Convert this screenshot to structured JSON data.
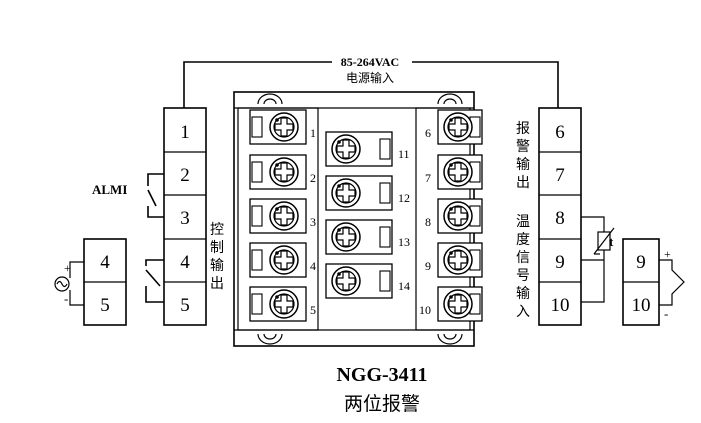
{
  "power": {
    "voltage": "85-264VAC",
    "label": "电源输入"
  },
  "alarm_label": "ALMI",
  "control_output_label": [
    "控",
    "制",
    "输",
    "出"
  ],
  "alarm_output_label": [
    "报",
    "警",
    "输",
    "出"
  ],
  "temp_input_label": [
    "温",
    "度",
    "信",
    "号",
    "输",
    "入"
  ],
  "left_terminals": [
    "1",
    "2",
    "3",
    "4",
    "5"
  ],
  "right_terminals": [
    "6",
    "7",
    "8",
    "9",
    "10"
  ],
  "source_terminals": [
    "4",
    "5"
  ],
  "tc_terminals": [
    "9",
    "10"
  ],
  "device_left_numbers": [
    "1",
    "2",
    "3",
    "4",
    "5"
  ],
  "device_mid_numbers": [
    "11",
    "12",
    "13",
    "14"
  ],
  "device_right_numbers": [
    "6",
    "7",
    "8",
    "9",
    "10"
  ],
  "rtd_symbol": "t",
  "polarity": {
    "plus": "+",
    "minus": "-"
  },
  "model": "NGG-3411",
  "subtitle": "两位报警"
}
